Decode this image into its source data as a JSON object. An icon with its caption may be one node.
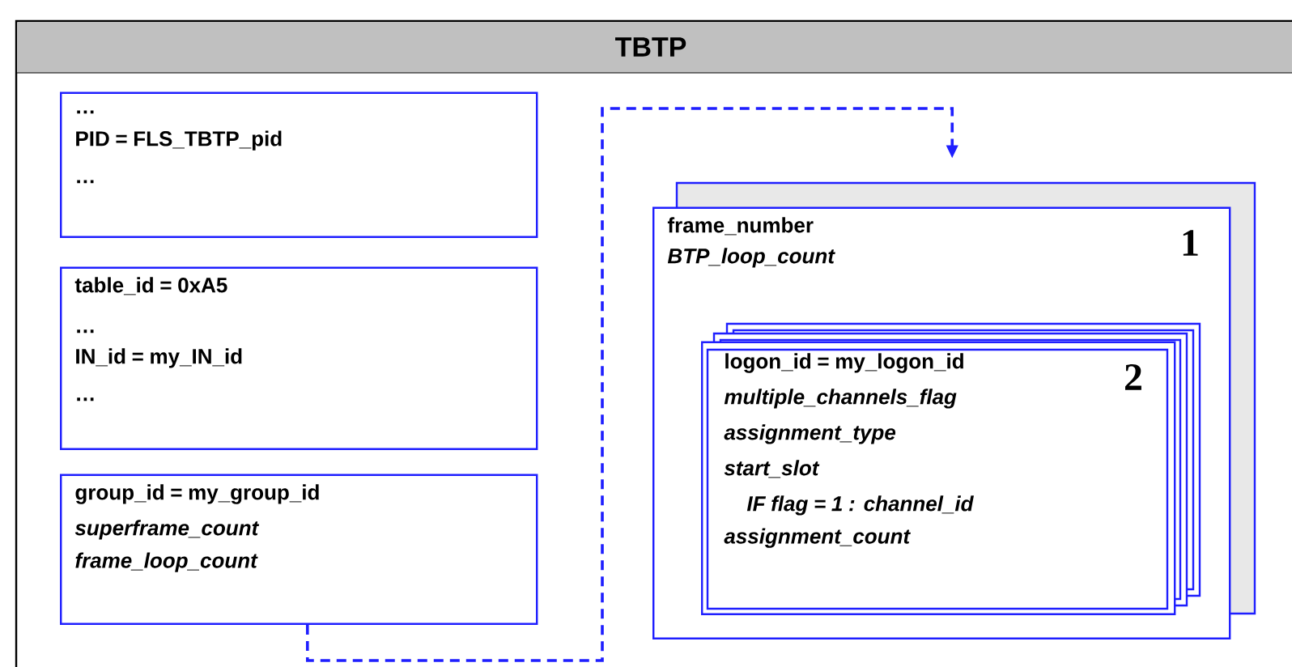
{
  "diagram": {
    "nodes": [
      {
        "text": [
          "TBTP"
        ]
      },
      {
        "text": [
          "…",
          "PID = FLS_TBTP_pid",
          "…"
        ],
        "in": 0
      },
      {
        "text": [
          "table_id = 0xA5",
          "…",
          "IN_id = my_IN_id",
          "…"
        ],
        "in": 0
      },
      {
        "text": [
          "group_id = my_group_id",
          "superframe_count",
          "frame_loop_count"
        ],
        "in": 0
      },
      {
        "text": [
          "frame_number",
          "BTP_loop_count",
          "1"
        ],
        "in": 0
      },
      {
        "text": [
          "logon_id = my_logon_id",
          "multiple_channels_flag",
          "assignment_type",
          "start_slot",
          "IF flag = 1 : channel_id",
          "assignment_count",
          "2"
        ],
        "in": 4
      }
    ],
    "edges": [
      {
        "from": 3,
        "to": 4,
        "arrow": "to",
        "style": "dashed"
      }
    ]
  }
}
